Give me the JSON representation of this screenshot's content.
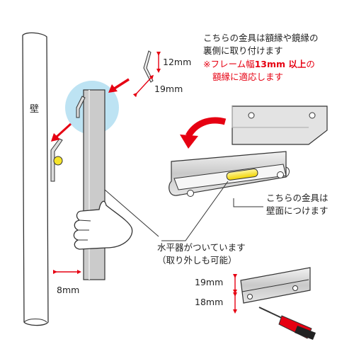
{
  "wall_label": "壁",
  "dims": {
    "hook_height": "12mm",
    "hook_width": "19mm",
    "wall_gap": "8mm",
    "bottom_top": "19mm",
    "bottom_bottom": "18mm"
  },
  "frame_fitting_note": {
    "line1": "こちらの金具は額縁や鏡縁の",
    "line2": "裏側に取り付けます",
    "warn_prefix": "※フレーム幅",
    "warn_bold": "13mm 以上",
    "warn_suffix": "の",
    "warn_line2": "額縁に適応します"
  },
  "wall_fitting_note": {
    "line1": "こちらの金具は",
    "line2": "壁面につけます"
  },
  "level_note": {
    "line1": "水平器がついています",
    "line2": "（取り外しも可能）"
  },
  "colors": {
    "red": "#e60012",
    "level_yellow": "#f5e42a",
    "highlight_blue": "#bde3f3",
    "metal": "#cfcfcf"
  }
}
